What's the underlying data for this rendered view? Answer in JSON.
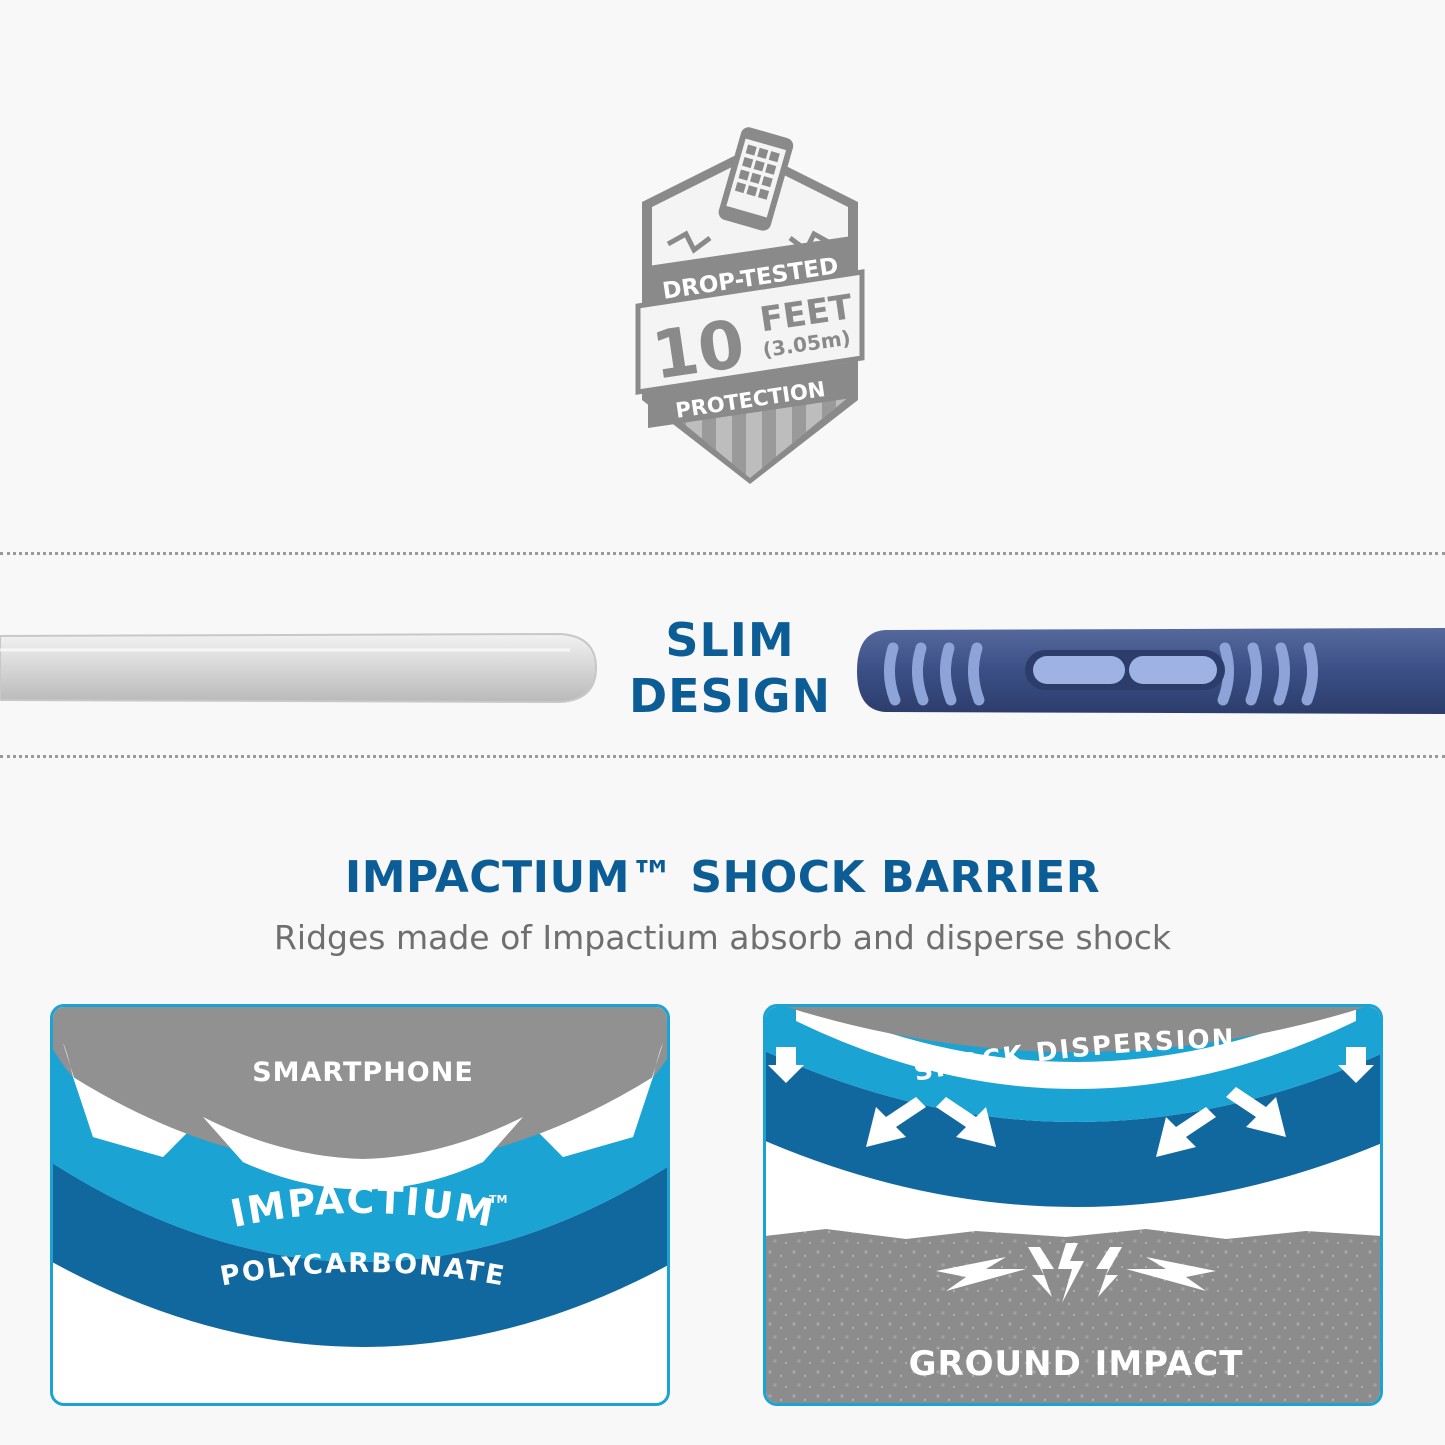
{
  "badge": {
    "line1": "DROP-TESTED",
    "number": "10",
    "unit": "FEET",
    "metric": "(3.05m)",
    "line2": "PROTECTION",
    "icon": "phone-drop-icon"
  },
  "slim": {
    "line1": "SLIM",
    "line2": "DESIGN"
  },
  "shock": {
    "title": "IMPACTIUM™ SHOCK BARRIER",
    "subtitle": "Ridges made of Impactium absorb and disperse shock"
  },
  "left_panel": {
    "smartphone_label": "SMARTPHONE",
    "impactium_label": "IMPACTIUM",
    "impactium_tm": "TM",
    "polycarbonate_label": "POLYCARBONATE"
  },
  "right_panel": {
    "dispersion_label": "SHOCK DISPERSION",
    "ground_label": "GROUND IMPACT"
  },
  "colors": {
    "brand_blue": "#0c5c96",
    "impactium_blue": "#1aa3d3",
    "polycarbonate_blue": "#10689f",
    "gray": "#8c8c8c"
  }
}
